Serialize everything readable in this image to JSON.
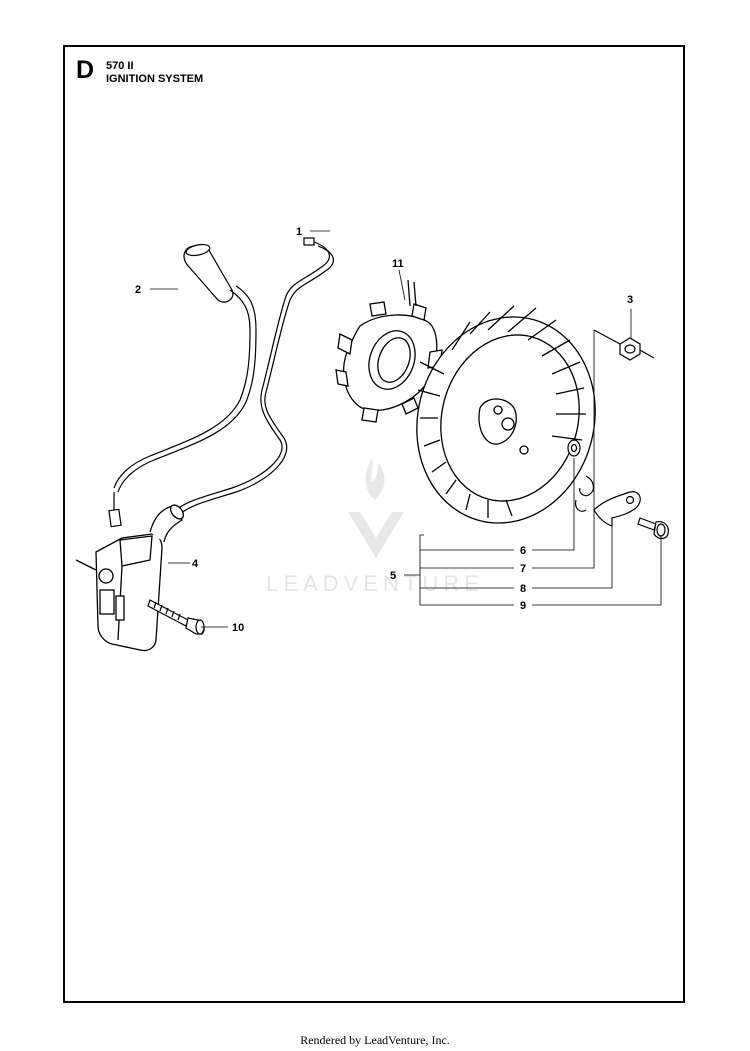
{
  "header": {
    "section_letter": "D",
    "model": "570 II",
    "title": "IGNITION SYSTEM"
  },
  "callouts": {
    "c1": "1",
    "c2": "2",
    "c3": "3",
    "c4": "4",
    "c5": "5",
    "c6": "6",
    "c7": "7",
    "c8": "8",
    "c9": "9",
    "c10": "10",
    "c11": "11"
  },
  "watermark": {
    "text": "LEADVENTURE"
  },
  "footer": {
    "text": "Rendered by LeadVenture, Inc."
  }
}
